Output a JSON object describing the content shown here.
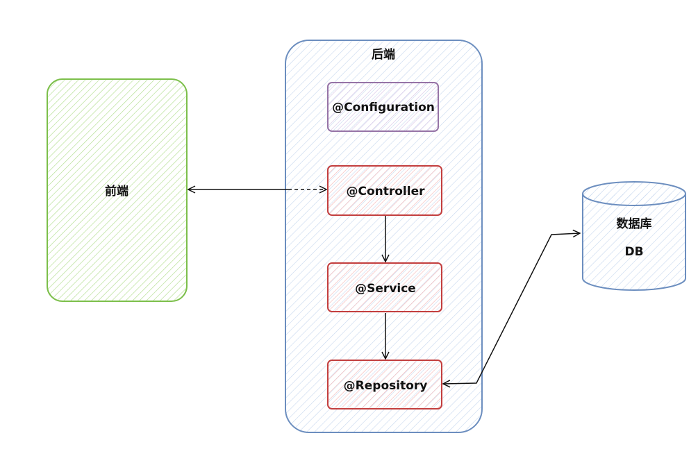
{
  "diagram": {
    "frontend": {
      "label": "前端",
      "stroke": "#7cbf4a",
      "fill": "#b2de8f"
    },
    "backend": {
      "label": "后端",
      "stroke": "#6c8ebf",
      "fill": "#a9c4e8",
      "components": [
        {
          "label": "@Configuration",
          "stroke": "#9673a6",
          "fill": "#c9b2db"
        },
        {
          "label": "@Controller",
          "stroke": "#c33e3e",
          "fill": "#f0a6a6"
        },
        {
          "label": "@Service",
          "stroke": "#c33e3e",
          "fill": "#f0a6a6"
        },
        {
          "label": "@Repository",
          "stroke": "#c33e3e",
          "fill": "#f0a6a6"
        }
      ]
    },
    "database": {
      "label": "数据库",
      "sublabel": "DB",
      "stroke": "#6c8ebf",
      "fill": "#a9c4e8"
    },
    "connections": [
      {
        "from": "前端",
        "to": "@Controller",
        "style": "bidirectional, dashed near controller"
      },
      {
        "from": "@Controller",
        "to": "@Service",
        "style": "arrow"
      },
      {
        "from": "@Service",
        "to": "@Repository",
        "style": "arrow"
      },
      {
        "from": "@Repository",
        "to": "数据库",
        "style": "bidirectional"
      }
    ]
  }
}
